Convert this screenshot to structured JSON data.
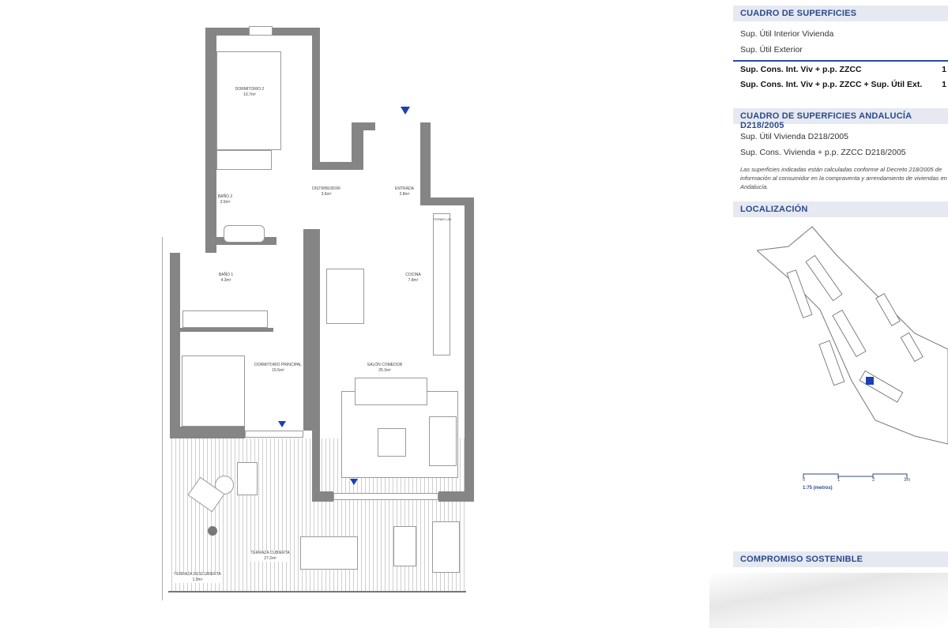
{
  "floorplan": {
    "rooms": [
      {
        "name": "DORMITORIO 2",
        "area": "10.7m²"
      },
      {
        "name": "BAÑO 2",
        "area": "3.5m²"
      },
      {
        "name": "DISTRIBUIDOR",
        "area": "3.6m²"
      },
      {
        "name": "ENTRADA",
        "area": "2.8m²"
      },
      {
        "name": "BAÑO 1",
        "area": "4.3m²"
      },
      {
        "name": "COCINA",
        "area": "7.8m²"
      },
      {
        "name": "DORMITORIO PRINCIPAL",
        "area": "15.5m²"
      },
      {
        "name": "SALÓN COMEDOR",
        "area": "25.3m²"
      },
      {
        "name": "TERRAZA CUBIERTA",
        "area": "27.2m²"
      },
      {
        "name": "TERRAZA DESCUBIERTA",
        "area": "1.9m²"
      }
    ],
    "appliance_label": "TERMO LAV"
  },
  "panel": {
    "section1": {
      "title": "CUADRO DE SUPERFICIES",
      "rows": [
        "Sup. Útil Interior Vivienda",
        "Sup. Útil Exterior"
      ],
      "bold_rows": [
        {
          "label": "Sup. Cons. Int. Viv + p.p. ZZCC",
          "value": "1"
        },
        {
          "label": "Sup. Cons. Int. Viv + p.p. ZZCC + Sup. Útil Ext.",
          "value": "1"
        }
      ]
    },
    "section2": {
      "title": "CUADRO DE SUPERFICIES ANDALUCÍA D218/2005",
      "rows": [
        "Sup. Útil Vivienda D218/2005",
        "Sup. Cons. Vivienda + p.p. ZZCC D218/2005"
      ],
      "note": "Las superficies indicadas están calculadas conforme al Decreto 218/2005 de información al consumidor en la compraventa y arrendamiento de viviendas en Andalucía."
    },
    "section3": {
      "title": "LOCALIZACIÓN",
      "scale": {
        "ticks": [
          "0",
          "1",
          "2",
          "3m"
        ],
        "label": "1:75 (metros)"
      }
    },
    "section4": {
      "title": "COMPROMISO SOSTENIBLE"
    }
  },
  "colors": {
    "accent": "#2a4a8c",
    "wall": "#858585",
    "marker": "#1a3fb8"
  }
}
